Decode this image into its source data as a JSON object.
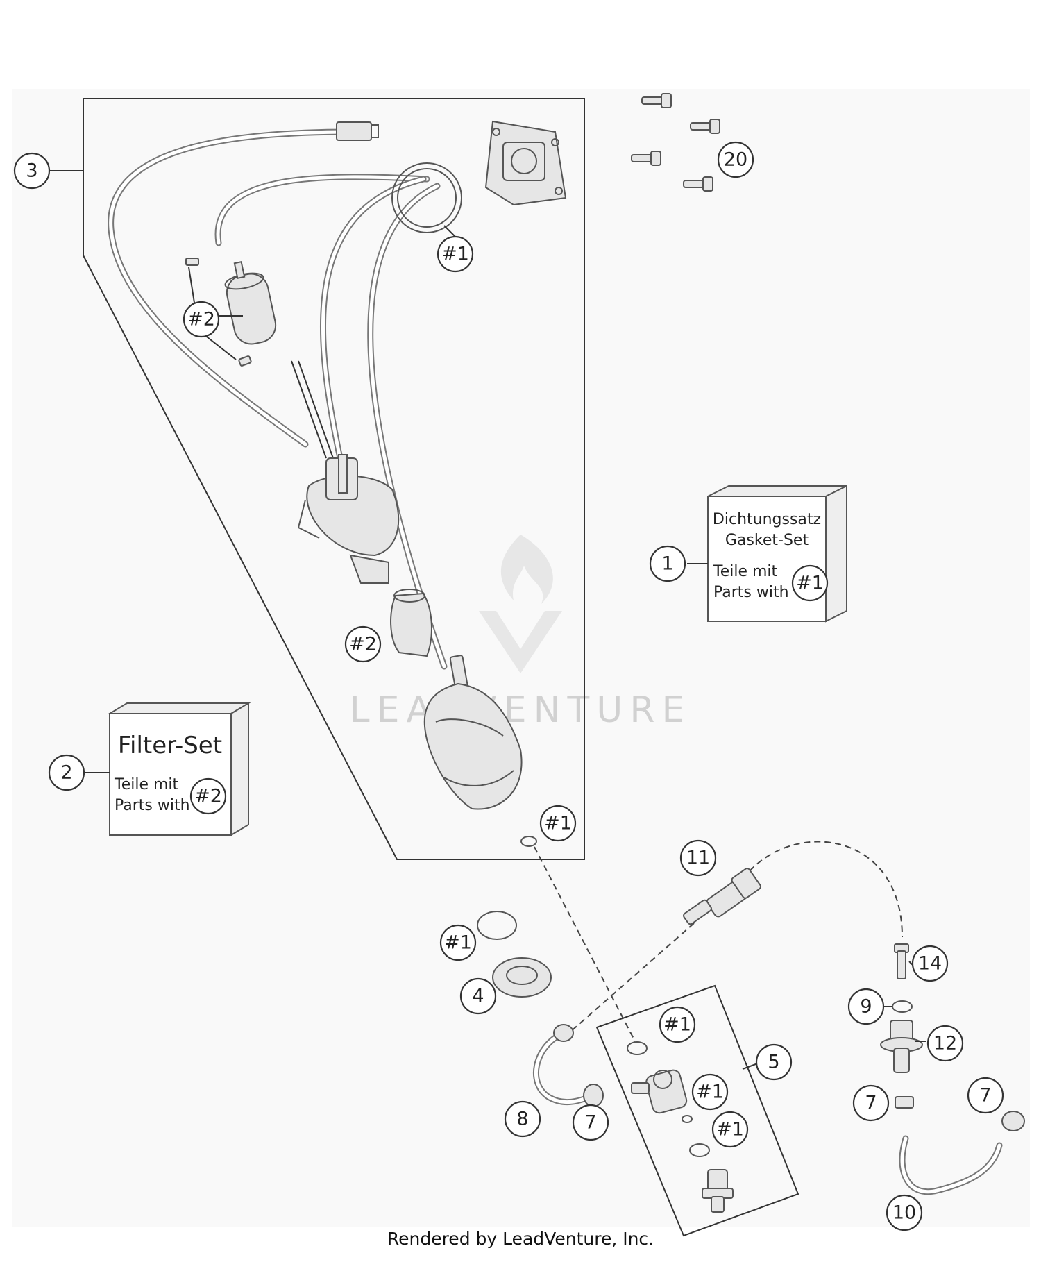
{
  "callouts": {
    "c3": "3",
    "c20": "20",
    "c1_top": "#1",
    "c2_filter": "#2",
    "c1": "1",
    "c2_sleeve": "#2",
    "c2": "2",
    "c1_pump": "#1",
    "c11": "11",
    "c1_ring": "#1",
    "c4": "4",
    "c14": "14",
    "c9": "9",
    "c12": "12",
    "c1_set_a": "#1",
    "c5": "5",
    "c1_set_b": "#1",
    "c1_set_c": "#1",
    "c8": "8",
    "c7_left": "7",
    "c7_mid": "7",
    "c7_right": "7",
    "c10": "10"
  },
  "gasket_box": {
    "line1": "Dichtungssatz",
    "line2": "Gasket-Set",
    "line3": "Teile mit",
    "line4": "Parts with",
    "ref": "#1"
  },
  "filter_box": {
    "title": "Filter-Set",
    "line1": "Teile mit",
    "line2": "Parts with",
    "ref": "#2"
  },
  "watermark": "LEADVENTURE",
  "footer": "Rendered by LeadVenture, Inc."
}
